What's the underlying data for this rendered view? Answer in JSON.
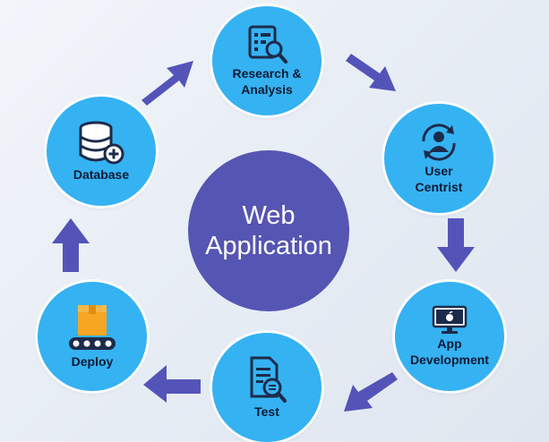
{
  "diagram": {
    "center": {
      "title": "Web\nApplication",
      "color": "#5555b3"
    },
    "node_color": "#35b2f2",
    "arrow_color": "#5454b8",
    "nodes": [
      {
        "label": "Research &\nAnalysis",
        "icon": "research-analysis-icon"
      },
      {
        "label": "User\nCentrist",
        "icon": "user-sync-icon"
      },
      {
        "label": "App\nDevelopment",
        "icon": "monitor-apple-icon"
      },
      {
        "label": "Test",
        "icon": "document-search-icon"
      },
      {
        "label": "Deploy",
        "icon": "conveyor-box-icon"
      },
      {
        "label": "Database",
        "icon": "database-add-icon"
      }
    ]
  }
}
